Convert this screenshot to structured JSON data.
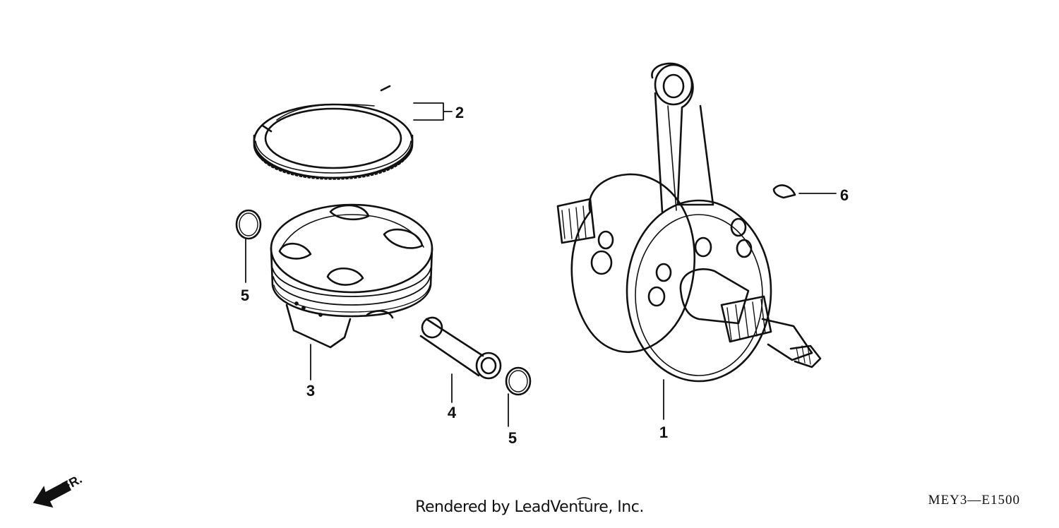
{
  "diagram": {
    "callouts": {
      "crankshaft": "1",
      "piston_ring_set": "2",
      "piston": "3",
      "piston_pin": "4",
      "pin_clip_left": "5",
      "pin_clip_right": "5",
      "woodruff_key": "6"
    },
    "direction_label": "FR.",
    "diagram_code": "MEY3—E1500",
    "credit": "Rendered by LeadVent͡ure, Inc."
  }
}
